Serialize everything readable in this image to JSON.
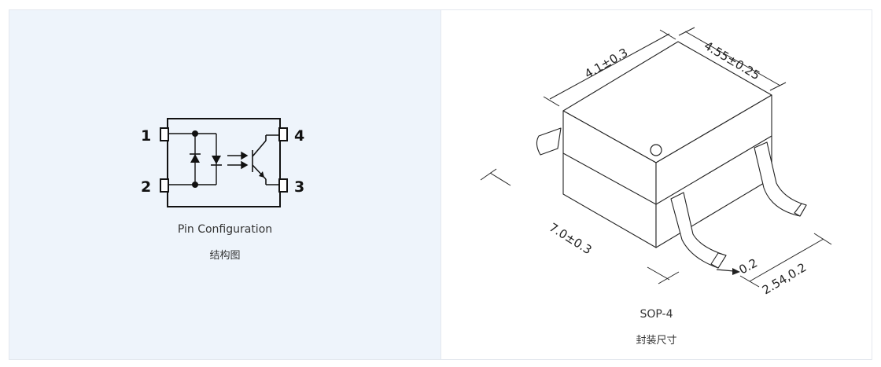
{
  "pin_configuration": {
    "caption_en": "Pin Configuration",
    "caption_cn": "结构图",
    "pins": [
      "1",
      "2",
      "3",
      "4"
    ]
  },
  "package_drawing": {
    "caption_en": "SOP-4",
    "caption_cn": "封装尺寸",
    "dimensions": {
      "length": "4.1±0.3",
      "width": "4.55±0.25",
      "span": "7.0±0.3",
      "lead_thickness": "0.2",
      "pitch": "2.54,0.2"
    }
  }
}
